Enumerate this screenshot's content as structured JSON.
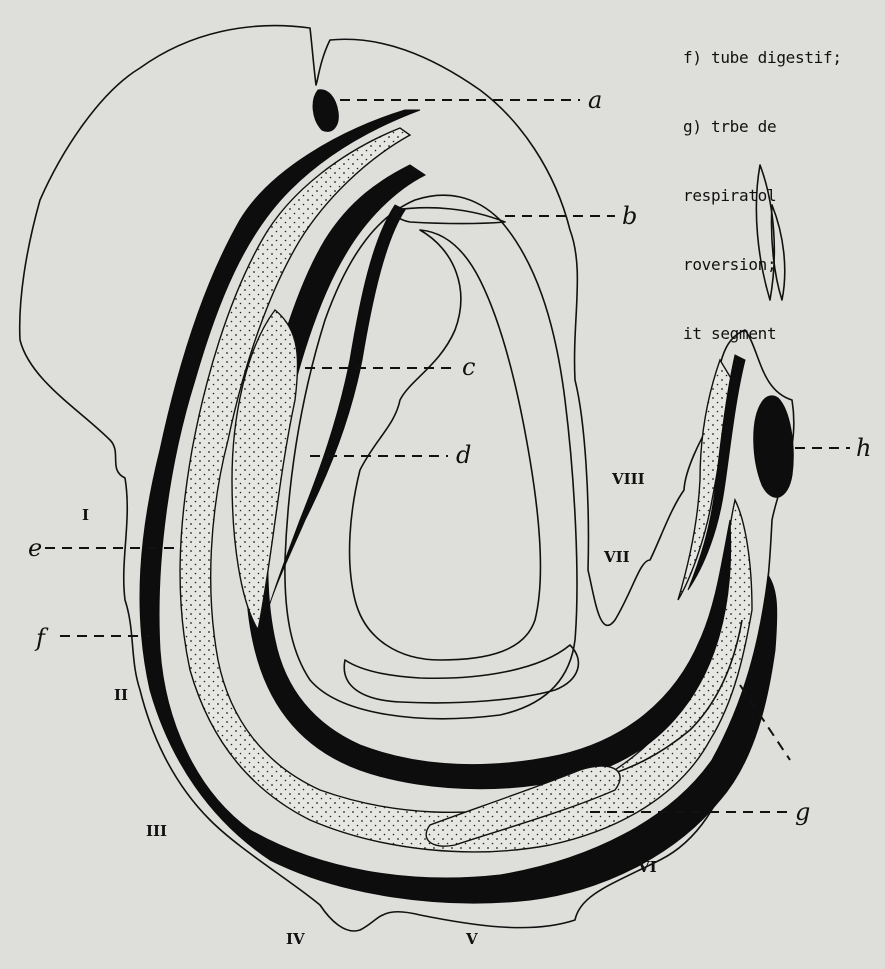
{
  "caption_lines": [
    "f) tube digestif;",
    "g) trbe de",
    "respiratol",
    "roversion;",
    "it segment"
  ],
  "labels": {
    "a": "a",
    "b": "b",
    "c": "c",
    "d": "d",
    "e": "e",
    "f": "f",
    "g": "g",
    "h": "h"
  },
  "segments": {
    "I": "I",
    "II": "II",
    "III": "III",
    "IV": "IV",
    "V": "V",
    "VI": "VI",
    "VII": "VII",
    "VIII": "VIII"
  }
}
